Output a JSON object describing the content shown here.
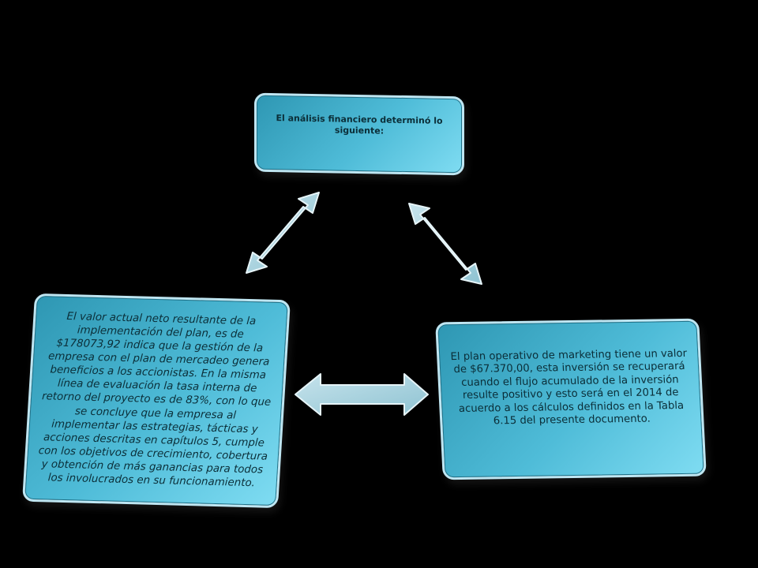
{
  "diagram": {
    "nodes": {
      "top": {
        "text": "El análisis financiero determinó lo siguiente:"
      },
      "left": {
        "text": "El valor actual neto resultante de la implementación del plan, es de $178073,92 indica que la gestión de la empresa con el plan de mercadeo genera beneficios a los accionistas. En la misma línea de evaluación la tasa interna de retorno del proyecto es de 83%, con lo que se concluye que la empresa al implementar las estrategias, tácticas y acciones descritas en capítulos 5, cumple con los objetivos de crecimiento, cobertura y obtención de más ganancias para todos los involucrados en su funcionamiento."
      },
      "right": {
        "text": "El plan operativo de marketing tiene un valor de $67.370,00, esta inversión se recuperará cuando el flujo acumulado de la inversión resulte positivo y esto será en el 2014 de acuerdo a los cálculos definidos en la Tabla 6.15  del presente documento."
      }
    },
    "edges": [
      {
        "from": "top",
        "to": "left",
        "style": "double-arrow"
      },
      {
        "from": "top",
        "to": "right",
        "style": "double-arrow"
      },
      {
        "from": "left",
        "to": "right",
        "style": "double-arrow"
      }
    ],
    "colors": {
      "background": "#000000",
      "box_fill": "#4fbcd8",
      "box_border": "#bfe6f2",
      "arrow_fill": "#a9d3df",
      "arrow_stroke": "#e6f4f8"
    }
  }
}
